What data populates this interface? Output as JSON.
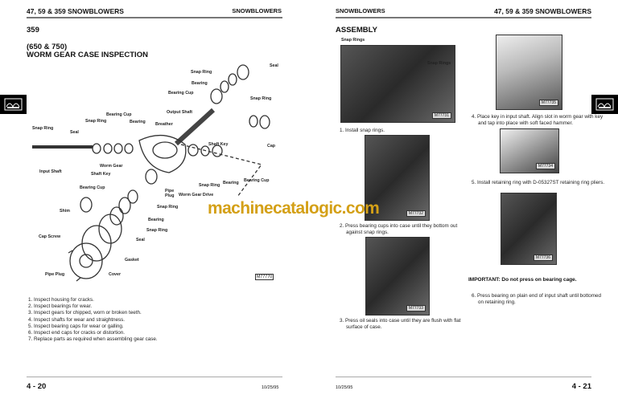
{
  "left_page": {
    "header_left": "47, 59 & 359 SNOWBLOWERS",
    "header_right": "SNOWBLOWERS",
    "model": "359",
    "subtitle": "(650 & 750)",
    "title": "WORM GEAR CASE INSPECTION",
    "diagram_labels": [
      "Seal",
      "Snap Ring",
      "Bearing",
      "Bearing Cup",
      "Snap Ring",
      "Output Shaft",
      "Bearing Cup",
      "Snap Ring",
      "Bearing",
      "Breather",
      "Snap Ring",
      "Seal",
      "Shaft Key",
      "Cap",
      "Worm Gear",
      "Input Shaft",
      "Shaft Key",
      "Bearing Cup",
      "Snap Ring",
      "Bearing",
      "Bearing Cup",
      "Pipe Plug",
      "Worm Gear Drive",
      "Snap Ring",
      "Shim",
      "Bearing",
      "Snap Ring",
      "Cap Screw",
      "Seal",
      "Gasket",
      "Pipe Plug",
      "Cover"
    ],
    "diagram_id": "M77770",
    "checklist": [
      "1. Inspect housing for cracks.",
      "2. Inspect bearings for wear.",
      "3. Inspect gears for chipped, worn or broken teeth.",
      "4. Inspect shafts for wear and straightness.",
      "5. Inspect bearing caps for wear or galling.",
      "6. Inspect end caps for cracks or distortion.",
      "7. Replace parts as required when assembling gear case."
    ],
    "page_number": "4 - 20",
    "date": "10/25/95"
  },
  "right_page": {
    "header_left": "SNOWBLOWERS",
    "header_right": "47, 59 & 359 SNOWBLOWERS",
    "title": "ASSEMBLY",
    "photo1_label_a": "Snap Rings",
    "photo1_label_b": "Snap Rings",
    "photo_ids": [
      "M77731",
      "M77732",
      "M77733",
      "M77735",
      "M77734",
      "M77736"
    ],
    "steps": [
      "1. Install snap rings.",
      "2. Press bearing cups into case until they bottom out against snap rings.",
      "3. Press oil seals into case until they are flush with flat surface of case.",
      "4. Place key in input shaft. Align slot in worm gear with key and tap into place with soft faced hammer.",
      "5. Install retaining ring with D-05327ST retaining ring pliers.",
      "6. Press bearing on plain end of input shaft until bottomed on retaining ring."
    ],
    "important": "IMPORTANT:  Do not press on bearing cage.",
    "page_number": "4 - 21",
    "date": "10/25/95"
  },
  "watermark": "machinecatalogic.com"
}
